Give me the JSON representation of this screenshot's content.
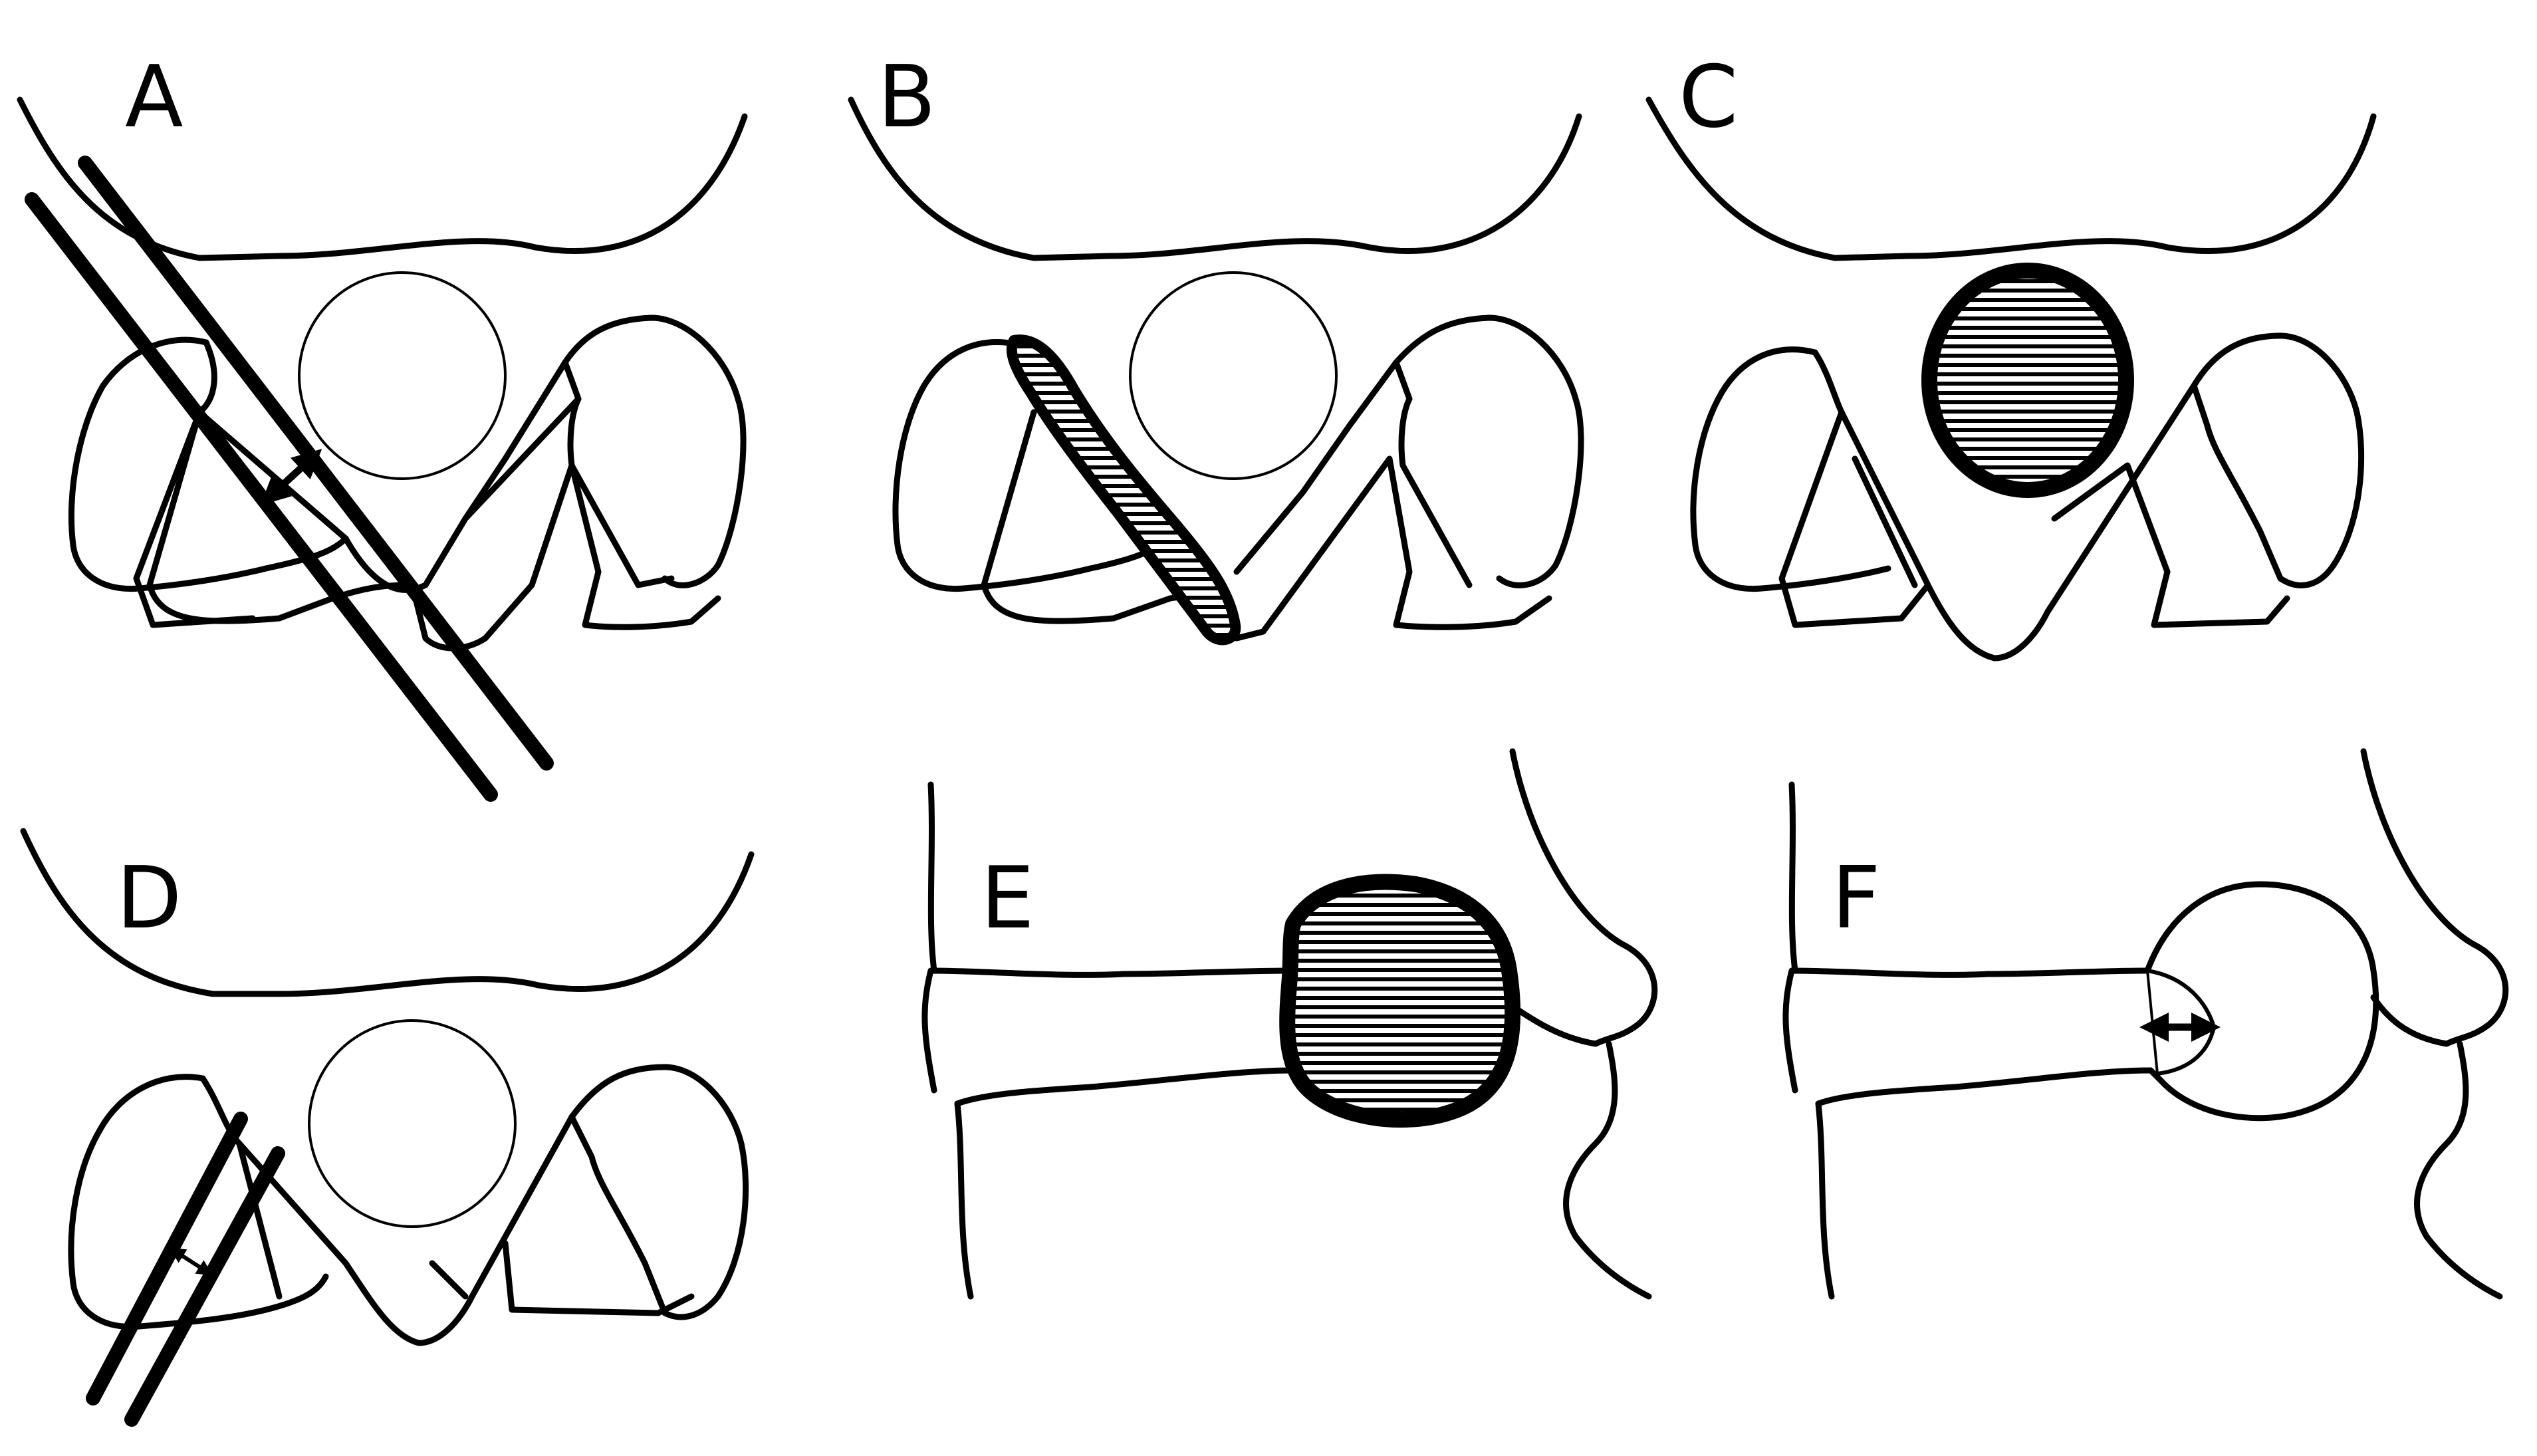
{
  "panels": [
    {
      "label": "A"
    },
    {
      "label": "B"
    },
    {
      "label": "C"
    },
    {
      "label": "D"
    },
    {
      "label": "E"
    },
    {
      "label": "F"
    }
  ],
  "colors": {
    "line": "#000000",
    "background": "#ffffff",
    "hatch": "#000000"
  }
}
